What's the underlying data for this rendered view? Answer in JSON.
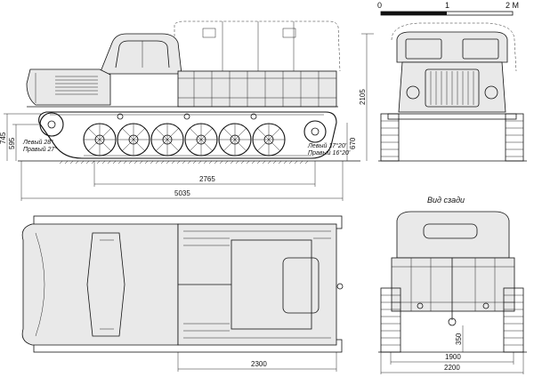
{
  "scale_bar": {
    "labels": [
      "0",
      "1",
      "2 M"
    ]
  },
  "side_view": {
    "dims": {
      "track_length": "2765",
      "overall_length": "5035",
      "height": "2105",
      "front_height": "745",
      "ground_clearance": "595",
      "rear_height": "670"
    },
    "angles": {
      "front_left": "Левый 28°",
      "front_right": "Правый 27°",
      "rear_left": "Левый 17°20'",
      "rear_right": "Правый 16°20'"
    }
  },
  "top_view": {
    "dims": {
      "body_length": "2300"
    }
  },
  "rear_view": {
    "caption": "Вид сзади",
    "dims": {
      "track": "1900",
      "width": "2200",
      "hitch_height": "350"
    }
  }
}
